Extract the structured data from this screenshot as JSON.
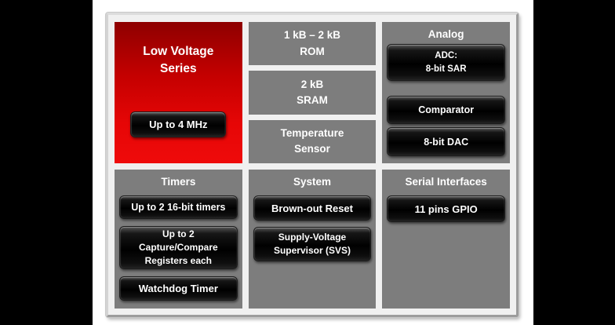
{
  "panels": {
    "low_voltage": {
      "title": "Low Voltage\nSeries",
      "button": "Up to 4 MHz"
    },
    "memory": {
      "rom": "1 kB – 2 kB\nROM",
      "sram": "2 kB\nSRAM",
      "temp": "Temperature\nSensor"
    },
    "analog": {
      "heading": "Analog",
      "adc": "ADC:\n8-bit SAR",
      "comparator": "Comparator",
      "dac": "8-bit DAC"
    },
    "timers": {
      "heading": "Timers",
      "timer16": "Up to 2 16-bit timers",
      "capture": "Up to 2\nCapture/Compare\nRegisters each",
      "watchdog": "Watchdog Timer"
    },
    "system": {
      "heading": "System",
      "brownout": "Brown-out Reset",
      "svs": "Supply-Voltage\nSupervisor (SVS)"
    },
    "serial": {
      "heading": "Serial Interfaces",
      "gpio": "11 pins GPIO"
    }
  },
  "colors": {
    "accent_red": "#e10000",
    "panel_gray": "#7d7d7d",
    "button_black": "#0a0a0a",
    "frame_light": "#f0f0f0",
    "page_white": "#ffffff",
    "canvas_black": "#000000"
  }
}
